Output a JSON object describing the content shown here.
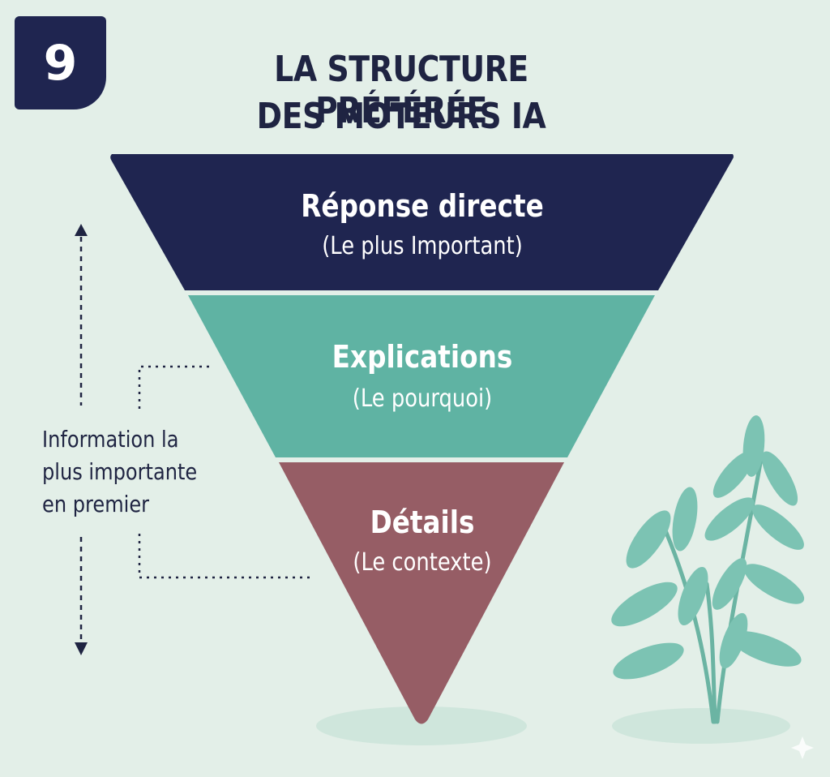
{
  "badge": {
    "number": "9"
  },
  "title": {
    "line1": "LA STRUCTURE PRÉFÉRÉE",
    "line2": "DES MOTEURS IA"
  },
  "pyramid": {
    "levels": [
      {
        "title": "Réponse directe",
        "subtitle": "(Le plus Important)",
        "color": "#1f2550"
      },
      {
        "title": "Explications",
        "subtitle": "(Le pourquoi)",
        "color": "#5fb3a3"
      },
      {
        "title": "Détails",
        "subtitle": "(Le contexte)",
        "color": "#965d65"
      }
    ]
  },
  "side_note": {
    "lines": [
      "Information la",
      "plus importante",
      "en premier"
    ]
  },
  "colors": {
    "background": "#e3efe8",
    "navy": "#1f2550",
    "teal": "#5fb3a3",
    "mauve": "#965d65",
    "leaf": "#7cc3b3"
  }
}
